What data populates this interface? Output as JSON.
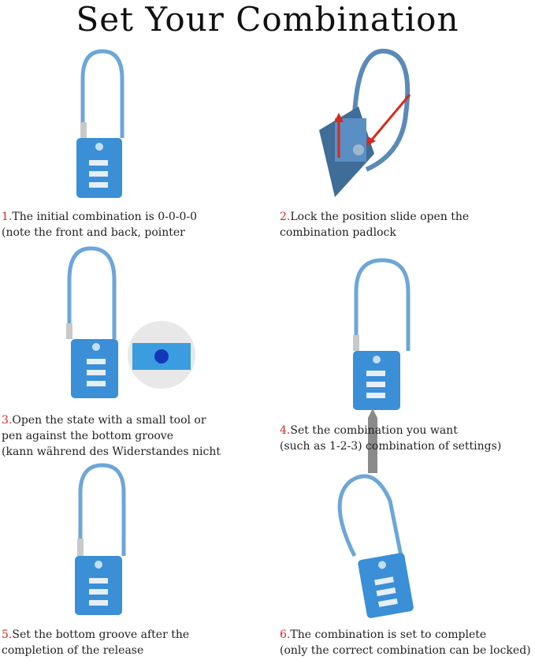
{
  "title": "Set Your Combination",
  "accent_color": "#d42a1f",
  "lock_color": "#3a8fd6",
  "steps": [
    {
      "num": "1.",
      "lines": [
        "The initial combination is 0-0-0-0",
        "(note the front and back, pointer"
      ]
    },
    {
      "num": "2.",
      "lines": [
        "Lock the position slide open the",
        "combination padlock"
      ]
    },
    {
      "num": "3.",
      "lines": [
        "Open the state with a small tool or",
        "pen against the bottom groove",
        "(kann während des Widerstandes nicht"
      ]
    },
    {
      "num": "4.",
      "lines": [
        "Set the combination you want",
        "(such as 1-2-3)   combination of settings)"
      ]
    },
    {
      "num": "5.",
      "lines": [
        "Set the bottom groove after the",
        "completion of the release"
      ]
    },
    {
      "num": "6.",
      "lines": [
        "The combination is set to complete",
        "(only the correct combination can be locked)"
      ]
    }
  ],
  "icons": [
    "padlock-icon",
    "padlock-closeup-icon",
    "release-button-icon",
    "tool-pen-icon"
  ]
}
